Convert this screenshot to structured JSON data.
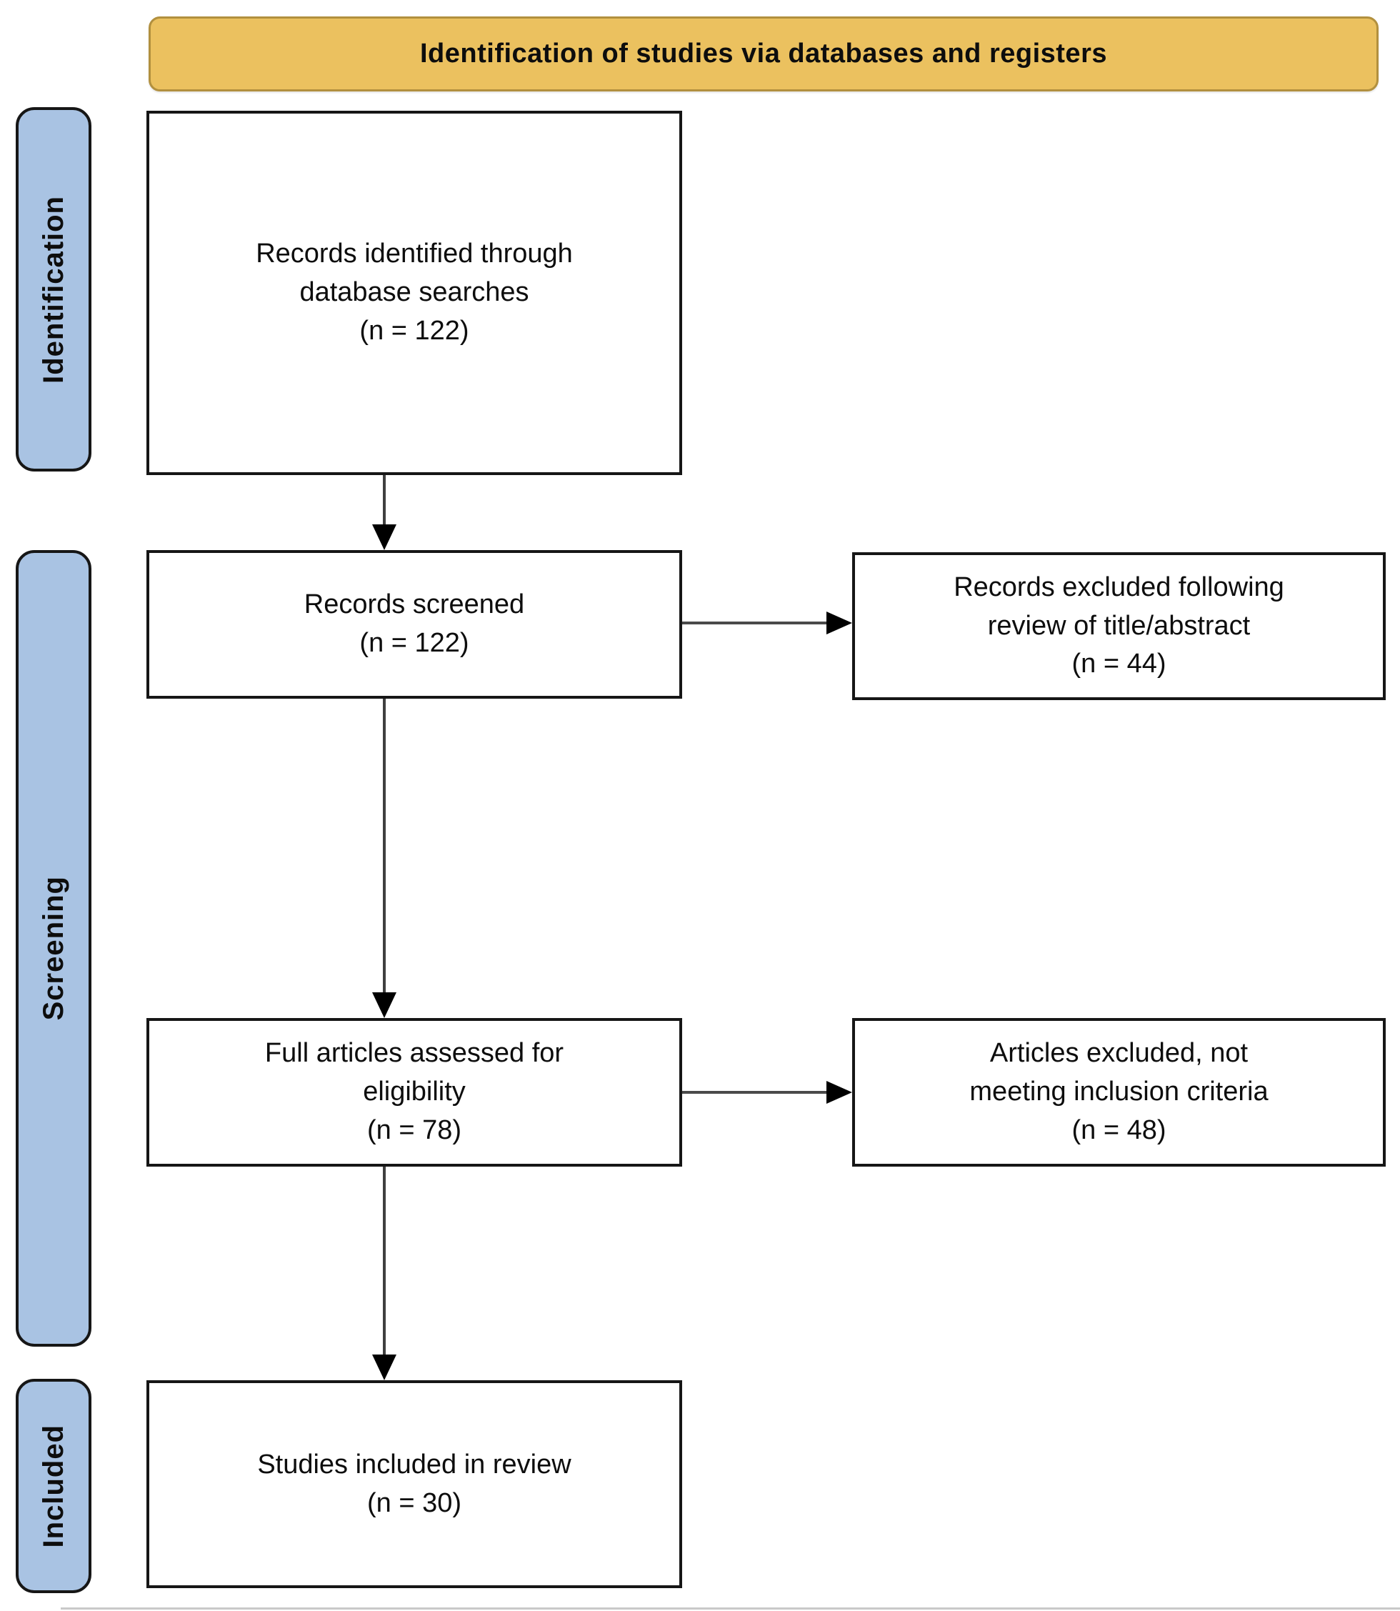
{
  "header": {
    "title": "Identification of studies via databases and registers"
  },
  "stages": [
    {
      "label": "Identification"
    },
    {
      "label": "Screening"
    },
    {
      "label": "Included"
    }
  ],
  "flow": {
    "main_boxes": [
      {
        "label": "Records identified through\ndatabase searches",
        "count": "(n = 122)",
        "n": 122
      },
      {
        "label": "Records screened",
        "count": "(n = 122)",
        "n": 122
      },
      {
        "label": "Full articles assessed for\neligibility",
        "count": "(n = 78)",
        "n": 78
      },
      {
        "label": "Studies included in review",
        "count": "(n = 30)",
        "n": 30
      }
    ],
    "side_boxes": [
      {
        "label": "Records excluded following\nreview of title/abstract",
        "count": "(n = 44)",
        "n": 44
      },
      {
        "label": "Articles excluded, not\nmeeting inclusion criteria",
        "count": "(n = 48)",
        "n": 48
      }
    ]
  },
  "colors": {
    "banner_fill": "#EBC15F",
    "banner_border": "#B2903E",
    "stage_fill": "#A9C3E3",
    "box_border": "#161616",
    "arrow_line": "#3f3f3f",
    "arrow_head": "#000000"
  }
}
